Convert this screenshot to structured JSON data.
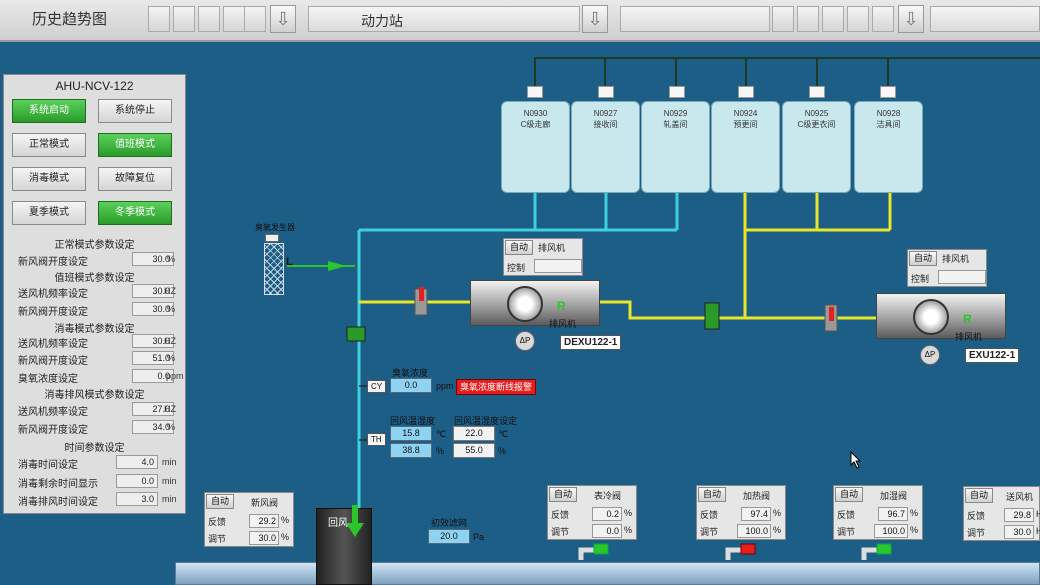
{
  "topbar": {
    "history_title": "历史趋势图",
    "station_title": "动力站"
  },
  "ahu": {
    "title": "AHU-NCV-122",
    "buttons": [
      {
        "label": "系统启动",
        "active": true
      },
      {
        "label": "系统停止",
        "active": false
      },
      {
        "label": "正常模式",
        "active": false
      },
      {
        "label": "值班模式",
        "active": true
      },
      {
        "label": "消毒模式",
        "active": false
      },
      {
        "label": "故障复位",
        "active": false
      },
      {
        "label": "夏季模式",
        "active": false
      },
      {
        "label": "冬季模式",
        "active": true
      }
    ],
    "sections": [
      {
        "title": "正常模式参数设定",
        "rows": [
          {
            "label": "新风阀开度设定",
            "value": "30.0",
            "unit": "%"
          }
        ]
      },
      {
        "title": "值班模式参数设定",
        "rows": [
          {
            "label": "送风机频率设定",
            "value": "30.0",
            "unit": "HZ"
          },
          {
            "label": "新风阀开度设定",
            "value": "30.0",
            "unit": "%"
          }
        ]
      },
      {
        "title": "消毒模式参数设定",
        "rows": [
          {
            "label": "送风机频率设定",
            "value": "30.0",
            "unit": "HZ"
          },
          {
            "label": "新风阀开度设定",
            "value": "51.0",
            "unit": "%"
          },
          {
            "label": "臭氧浓度设定",
            "value": "0.0",
            "unit": "ppm"
          }
        ]
      },
      {
        "title": "消毒排风模式参数设定",
        "rows": [
          {
            "label": "送风机频率设定",
            "value": "27.0",
            "unit": "HZ"
          },
          {
            "label": "新风阀开度设定",
            "value": "34.0",
            "unit": "%"
          }
        ]
      },
      {
        "title": "时间参数设定",
        "rows": [
          {
            "label": "消毒时间设定",
            "value": "4.0",
            "unit": "min"
          },
          {
            "label": "消毒剩余时间显示",
            "value": "0.0",
            "unit": "min"
          },
          {
            "label": "消毒排风时间设定",
            "value": "3.0",
            "unit": "min"
          }
        ]
      }
    ]
  },
  "rooms": [
    {
      "id": "N0930",
      "name": "C级走廊"
    },
    {
      "id": "N0927",
      "name": "接收间"
    },
    {
      "id": "N0929",
      "name": "轧盖间"
    },
    {
      "id": "N0924",
      "name": "预更间"
    },
    {
      "id": "N0925",
      "name": "C级更衣间"
    },
    {
      "id": "N0928",
      "name": "洁具间"
    }
  ],
  "ozone": {
    "label": "臭氧发生器",
    "mark": "L"
  },
  "fan1": {
    "auto": "自动",
    "name": "排风机",
    "control": "控制",
    "label": "排风机",
    "tag": "DEXU122-1",
    "r": "R",
    "dp": "ΔP"
  },
  "fan2": {
    "auto": "自动",
    "name": "排风机",
    "control": "控制",
    "label": "排风机",
    "tag": "EXU122-1",
    "r": "R",
    "dp": "ΔP"
  },
  "sensors": {
    "cy": "CY",
    "th": "TH",
    "ozone_conc_label": "臭氧浓度",
    "ozone_conc_value": "0.0",
    "ozone_unit": "ppm",
    "alarm": "臭氧浓度断线报警",
    "return_label": "回风温湿度",
    "return_temp": "15.8",
    "return_hum": "38.8",
    "setpoint_label": "回风温湿度设定",
    "set_temp": "22.0",
    "set_hum": "55.0",
    "deg": "℃",
    "pct": "%"
  },
  "valves": [
    {
      "auto": "自动",
      "name": "新风阀",
      "fb": "反馈",
      "fb_val": "29.2",
      "adj": "调节",
      "adj_val": "30.0",
      "unit": "%"
    },
    {
      "auto": "自动",
      "name": "表冷阀",
      "fb": "反馈",
      "fb_val": "0.2",
      "adj": "调节",
      "adj_val": "0.0",
      "unit": "%"
    },
    {
      "auto": "自动",
      "name": "加热阀",
      "fb": "反馈",
      "fb_val": "97.4",
      "adj": "调节",
      "adj_val": "100.0",
      "unit": "%"
    },
    {
      "auto": "自动",
      "name": "加湿阀",
      "fb": "反馈",
      "fb_val": "96.7",
      "adj": "调节",
      "adj_val": "100.0",
      "unit": "%"
    },
    {
      "auto": "自动",
      "name": "送风机",
      "fb": "反馈",
      "fb_val": "29.8",
      "adj": "调节",
      "adj_val": "30.0",
      "unit": "H"
    }
  ],
  "return_air": "回风",
  "filter": {
    "label": "初效滤网",
    "value": "20.0",
    "unit": "Pa"
  },
  "colors": {
    "cyan_pipe": "#3fd0de",
    "yellow_pipe": "#e8e52a",
    "dark_line": "#1b3b24",
    "green_active": "#2a9b2a",
    "alarm_red": "#e51e1e"
  }
}
